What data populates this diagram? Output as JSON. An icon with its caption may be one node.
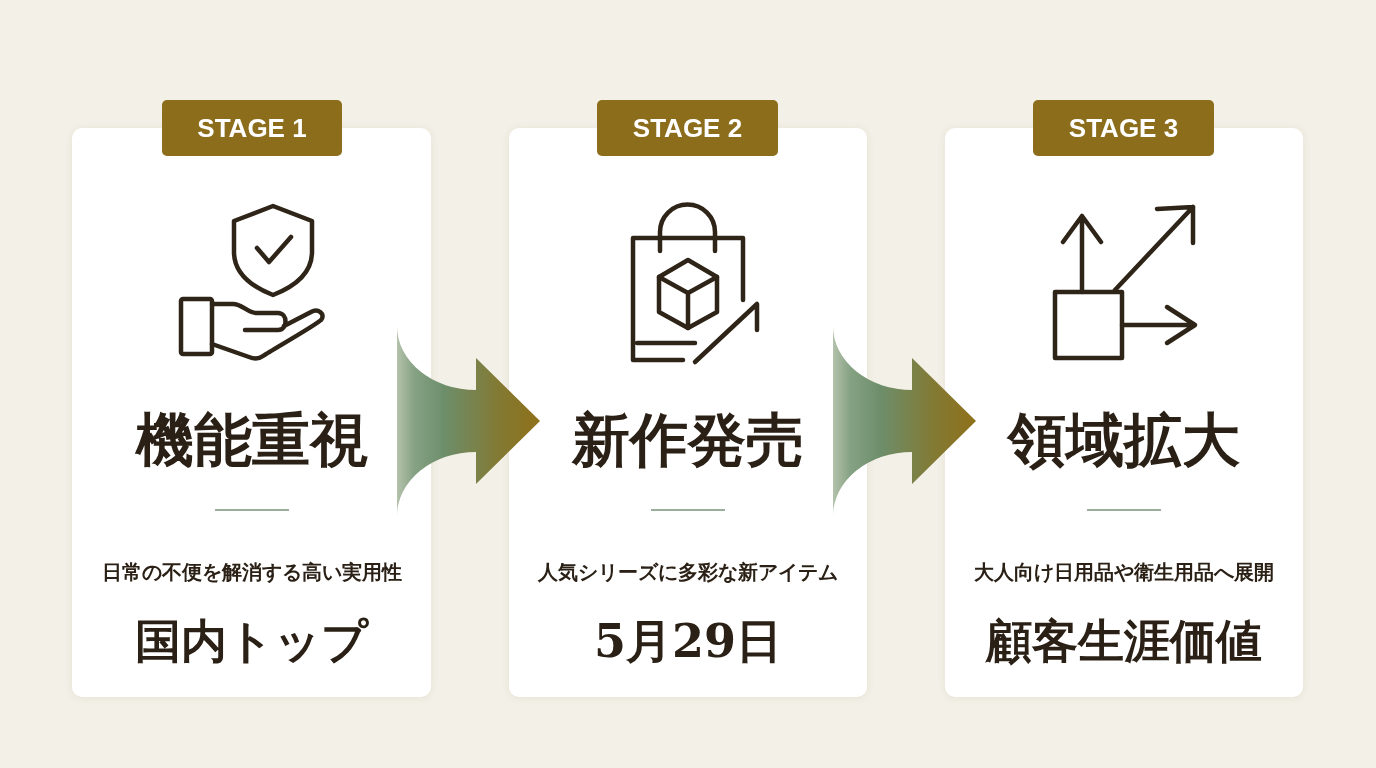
{
  "diagram": {
    "nodes": [
      {
        "text": [
          "STAGE 1"
        ]
      },
      {
        "text": [
          "機能重視",
          "日常の不便を解消する高い実用性",
          "国内トップ"
        ]
      },
      {
        "text": [
          "STAGE 2"
        ]
      },
      {
        "text": [
          "新作発売",
          "人気シリーズに多彩な新アイテム",
          "5月29日"
        ]
      },
      {
        "text": [
          "STAGE 3"
        ]
      },
      {
        "text": [
          "領域拡大",
          "大人向け日用品や衛生用品へ展開",
          "顧客生涯価値"
        ]
      }
    ],
    "edges": [
      {
        "from": 1,
        "to": 3,
        "arrow": "to"
      },
      {
        "from": 3,
        "to": 5,
        "arrow": "to"
      }
    ]
  }
}
